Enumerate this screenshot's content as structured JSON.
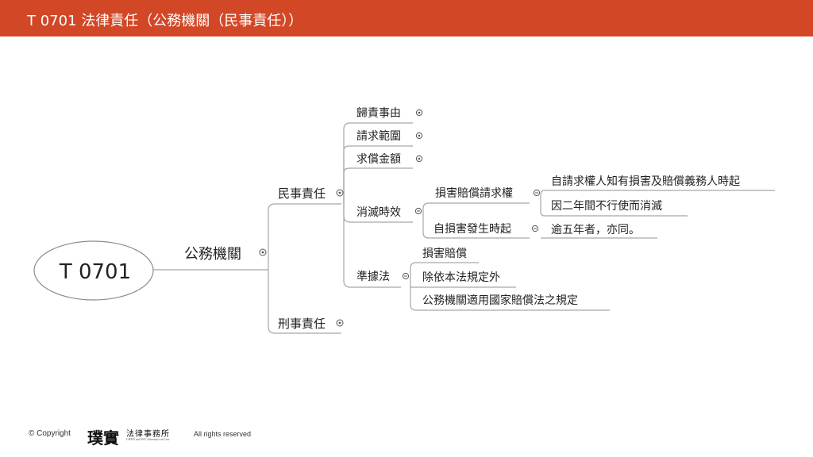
{
  "header": {
    "title": "T 0701 法律責任（公務機關（民事責任））",
    "color": "#d24726"
  },
  "mindmap": {
    "root": "T 0701",
    "level1": "公務機關",
    "civil": "民事責任",
    "criminal": "刑事責任",
    "civil_children": {
      "attribution": "歸責事由",
      "claim_scope": "請求範圍",
      "compensation_amount": "求償金額",
      "extinction": "消滅時效",
      "governing_law": "準據法"
    },
    "extinction_children": {
      "claim_right": "損害賠償請求權",
      "from_damage": "自損害發生時起"
    },
    "claim_right_children": {
      "from_knowledge": "自請求權人知有損害及賠償義務人時起",
      "two_years": "因二年間不行使而消滅"
    },
    "from_damage_children": {
      "five_years": "逾五年者，亦同。"
    },
    "governing_law_children": {
      "damages": "損害賠償",
      "except": "除依本法規定外",
      "applies": "公務機關適用國家賠償法之規定"
    },
    "root_color": "#2b57c9",
    "line_color": "#a6a6a6"
  },
  "footer": {
    "copyright": "© Copyright",
    "logo_mark": "璞實",
    "logo_name": "法律事務所",
    "logo_sub": "CHEN and WU Attorneys-at-Law",
    "rights": "All rights reserved"
  }
}
